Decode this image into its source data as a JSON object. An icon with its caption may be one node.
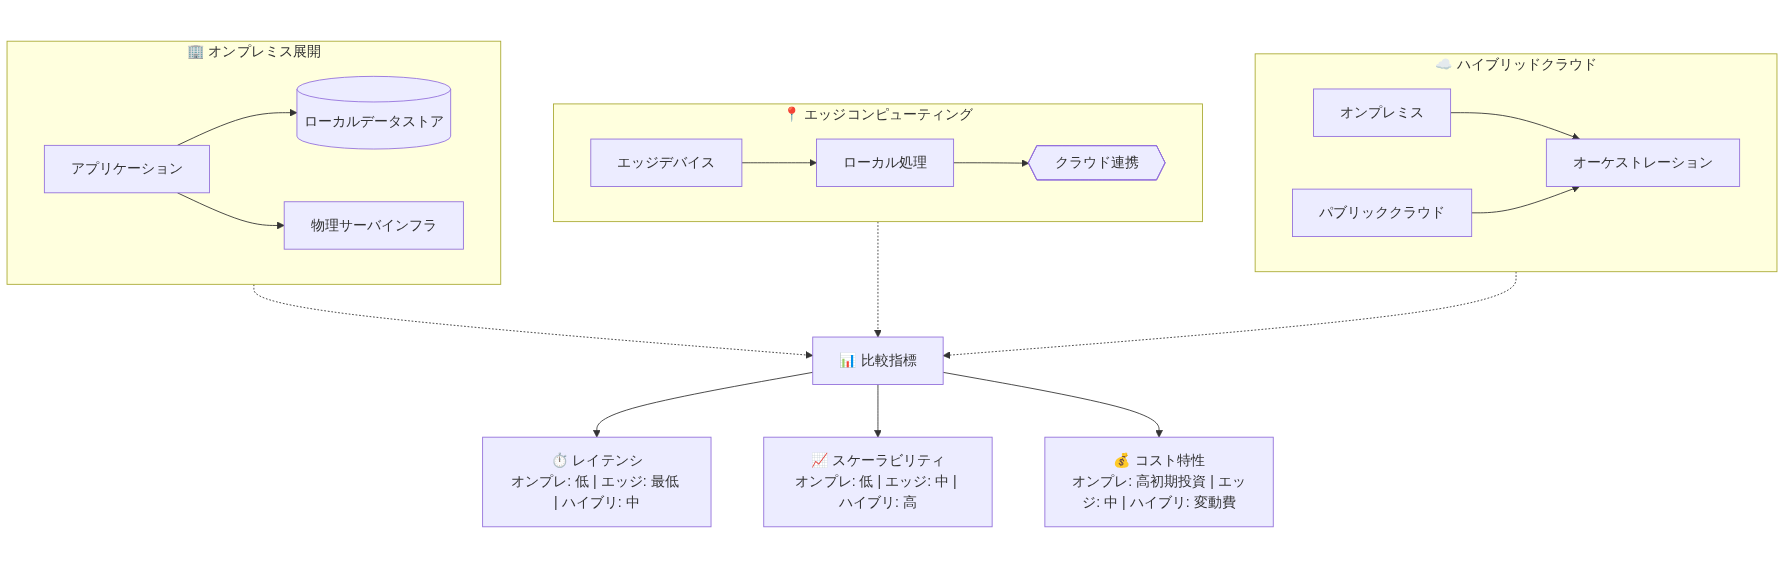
{
  "diagram": {
    "nodes": [
      {
        "text": [
          "🏢 オンプレミス展開"
        ]
      },
      {
        "text": [
          "アプリケーション"
        ],
        "in": 0
      },
      {
        "text": [
          "ローカルデータストア"
        ],
        "in": 0
      },
      {
        "text": [
          "物理サーバインフラ"
        ],
        "in": 0
      },
      {
        "text": [
          "📍 エッジコンピューティング"
        ]
      },
      {
        "text": [
          "エッジデバイス"
        ],
        "in": 4
      },
      {
        "text": [
          "ローカル処理"
        ],
        "in": 4
      },
      {
        "text": [
          "クラウド連携"
        ],
        "in": 4
      },
      {
        "text": [
          "☁️ ハイブリッドクラウド"
        ]
      },
      {
        "text": [
          "オンプレミス"
        ],
        "in": 8
      },
      {
        "text": [
          "パブリッククラウド"
        ],
        "in": 8
      },
      {
        "text": [
          "オーケストレーション"
        ],
        "in": 8
      },
      {
        "text": [
          "📊 比較指標"
        ]
      },
      {
        "text": [
          "⏱️ レイテンシ",
          "オンプレ: 低 | エッジ: 最低 | ハイブリ: 中"
        ]
      },
      {
        "text": [
          "📈 スケーラビリティ",
          "オンプレ: 低 | エッジ: 中 | ハイブリ: 高"
        ]
      },
      {
        "text": [
          "💰 コスト特性",
          "オンプレ: 高初期投資 | エッジ: 中 | ハイブリ: 変動費"
        ]
      }
    ],
    "edges": [
      {
        "from": 1,
        "to": 2,
        "arrow": "to"
      },
      {
        "from": 1,
        "to": 3,
        "arrow": "to"
      },
      {
        "from": 5,
        "to": 6,
        "arrow": "to"
      },
      {
        "from": 6,
        "to": 7,
        "arrow": "to"
      },
      {
        "from": 9,
        "to": 11,
        "arrow": "to"
      },
      {
        "from": 10,
        "to": 11,
        "arrow": "to"
      },
      {
        "from": 0,
        "to": 12,
        "arrow": "to",
        "style": "dashed"
      },
      {
        "from": 4,
        "to": 12,
        "arrow": "to",
        "style": "dashed"
      },
      {
        "from": 8,
        "to": 12,
        "arrow": "to",
        "style": "dashed"
      },
      {
        "from": 12,
        "to": 13,
        "arrow": "to"
      },
      {
        "from": 12,
        "to": 14,
        "arrow": "to"
      },
      {
        "from": 12,
        "to": 15,
        "arrow": "to"
      }
    ]
  }
}
